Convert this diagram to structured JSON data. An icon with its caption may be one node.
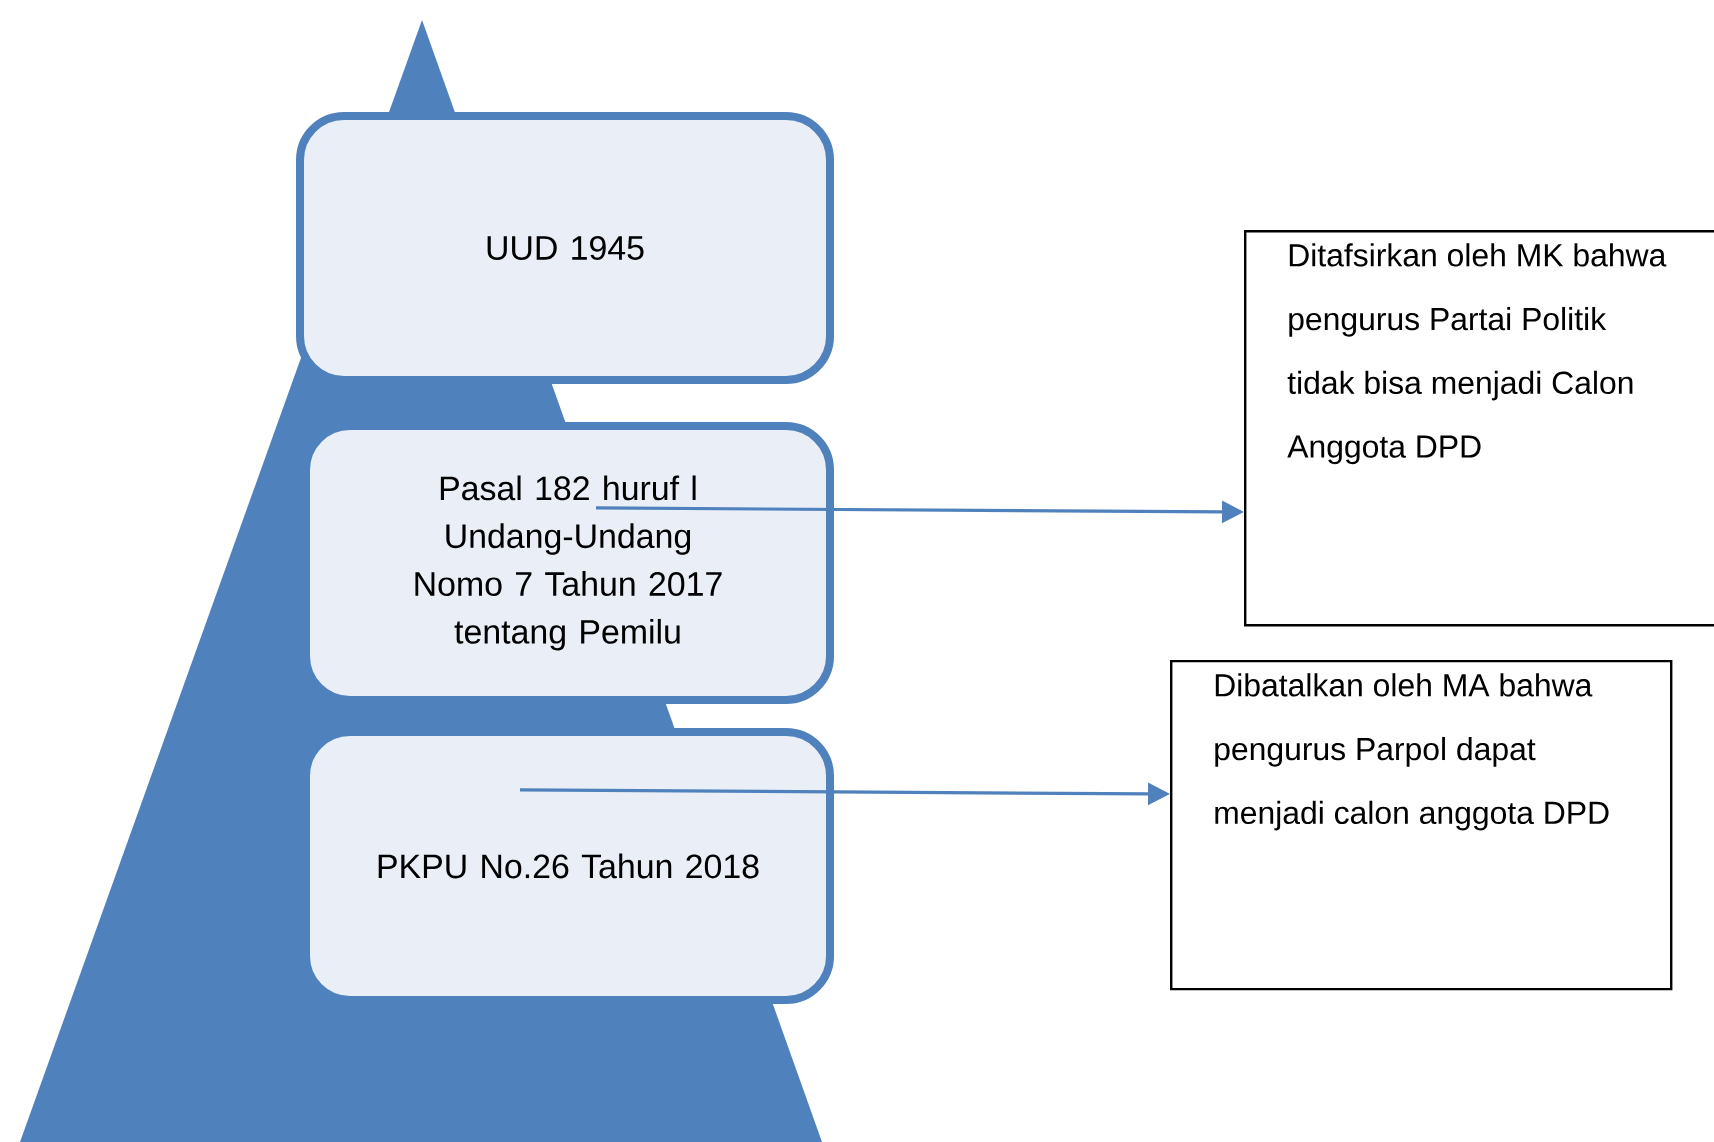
{
  "diagram": {
    "nodes": [
      {
        "text": [
          "UUD 1945"
        ]
      },
      {
        "text": [
          "Pasal 182 huruf l Undang-Undang Nomo 7 Tahun 2017 tentang Pemilu"
        ]
      },
      {
        "text": [
          "PKPU No.26 Tahun 2018"
        ]
      },
      {
        "text": [
          "Ditafsirkan oleh MK bahwa pengurus Partai Politik tidak bisa menjadi Calon Anggota DPD"
        ]
      },
      {
        "text": [
          "Dibatalkan oleh MA bahwa pengurus Parpol dapat menjadi calon anggota DPD"
        ]
      }
    ],
    "edges": [
      {
        "from": 1,
        "to": 3,
        "arrow": "to"
      },
      {
        "from": 2,
        "to": 4,
        "arrow": "to"
      }
    ]
  }
}
